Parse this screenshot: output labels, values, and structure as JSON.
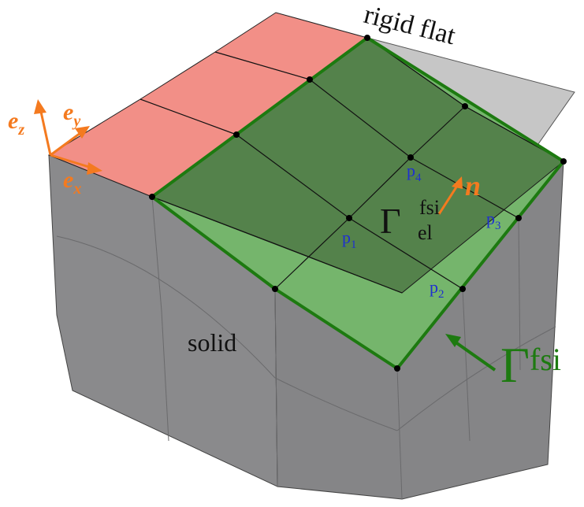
{
  "labels": {
    "rigid_flat": "rigid flat",
    "solid": "solid",
    "gamma": "Γ",
    "fsi": "fsi",
    "el": "el",
    "n": "n",
    "p1_base": "p",
    "p1_sub": "1",
    "p2_base": "p",
    "p2_sub": "2",
    "p3_base": "p",
    "p3_sub": "3",
    "p4_base": "p",
    "p4_sub": "4",
    "ez_base": "e",
    "ez_sub": "z",
    "ey_base": "e",
    "ey_sub": "y",
    "ex_base": "e",
    "ex_sub": "x"
  },
  "colors": {
    "solid_side": "#8c8c8e",
    "solid_side_dark": "#7d7d80",
    "contact_red": "#f28f87",
    "fsi_green": "#75b56c",
    "element_green": "#527f4a",
    "boundary_green": "#1d7a10",
    "rigid_flat": "#c6c6c6",
    "axis_orange": "#f47a1f",
    "point_blue": "#1e2fd0"
  }
}
